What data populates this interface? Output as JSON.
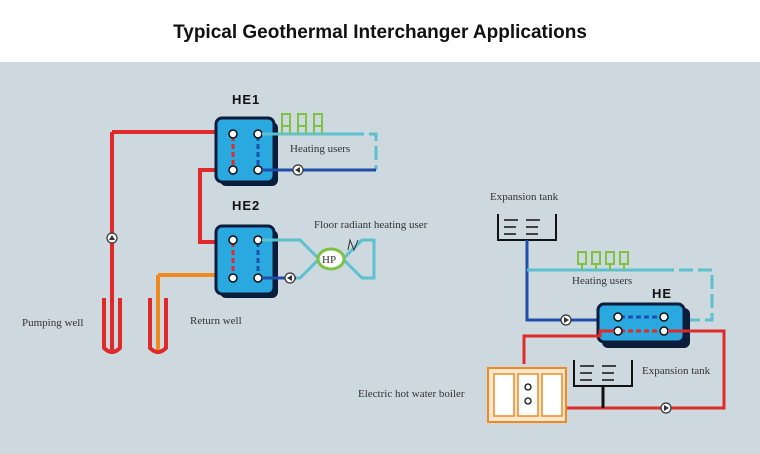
{
  "title": "Typical Geothermal Interchanger Applications",
  "labels": {
    "he1": "HE1",
    "he2": "HE2",
    "he": "HE",
    "heating_users_1": "Heating users",
    "heating_users_2": "Heating users",
    "floor_radiant": "Floor radiant heating user",
    "hp": "HP",
    "pumping_well": "Pumping well",
    "return_well": "Return well",
    "expansion_tank_1": "Expansion tank",
    "expansion_tank_2": "Expansion tank",
    "electric_boiler": "Electric hot water boiler"
  },
  "colors": {
    "background": "#cdd8df",
    "hot": "#e02a2a",
    "cold": "#1f4fa8",
    "light": "#5cc0cf",
    "orange": "#f08a1e",
    "exchanger": "#2aa8e0",
    "radiator": "#7dc242"
  }
}
